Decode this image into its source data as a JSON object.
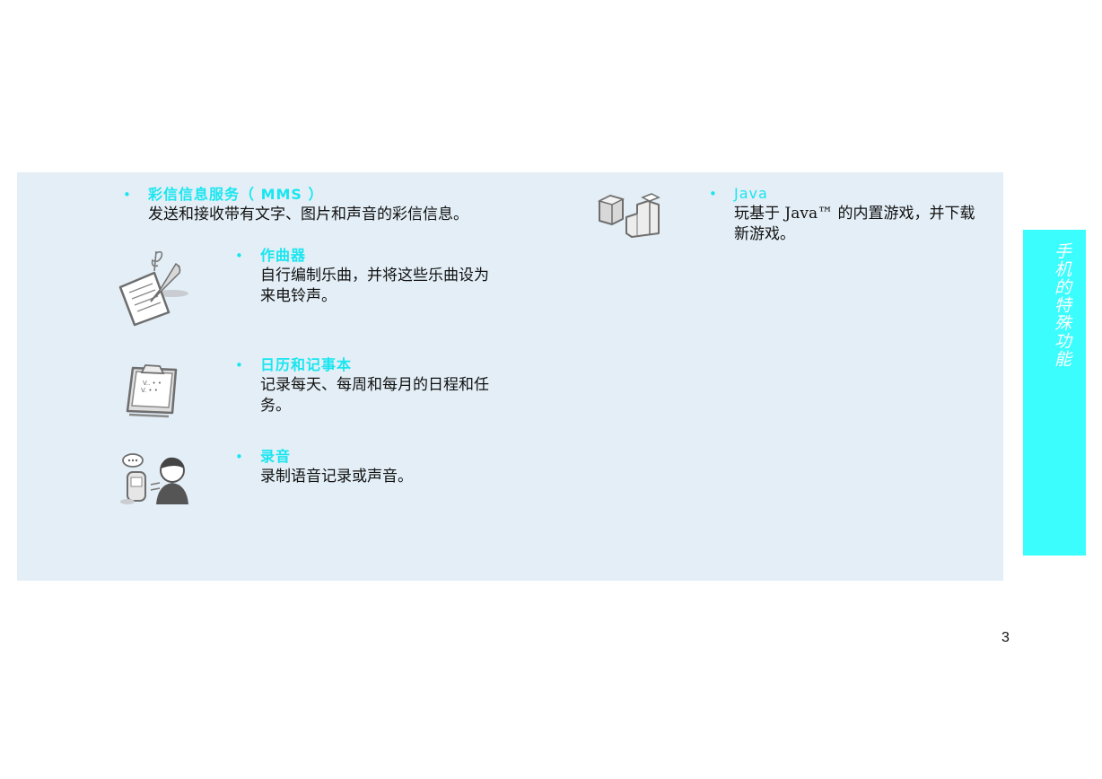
{
  "mms": {
    "bullet": "•",
    "title": "彩信信息服务（ MMS ）",
    "desc": "发送和接收带有文字、图片和声音的彩信信息。"
  },
  "composer": {
    "bullet": "•",
    "title": "作曲器",
    "desc1": "自行编制乐曲，并将这些乐曲设为",
    "desc2": "来电铃声。"
  },
  "calendar": {
    "bullet": "•",
    "title": "日历和记事本",
    "desc1": "记录每天、每周和每月的日程和任",
    "desc2": "务。"
  },
  "recorder": {
    "bullet": "•",
    "title": "录音",
    "desc": "录制语音记录或声音。"
  },
  "java": {
    "bullet": "•",
    "title": "Java",
    "desc1": "玩基于 Java™ 的内置游戏，并下载",
    "desc2": "新游戏。"
  },
  "side_tab": {
    "label": "手机的特殊功能"
  },
  "page_number": "3",
  "icons": [
    "music-sheet-icon",
    "clipboard-notepad-icon",
    "voice-recorder-icon",
    "game-blocks-icon"
  ],
  "colors": {
    "accent": "#19e6f0",
    "panel_bg": "#e3eef6",
    "side_tab": "#3bfdfd"
  }
}
